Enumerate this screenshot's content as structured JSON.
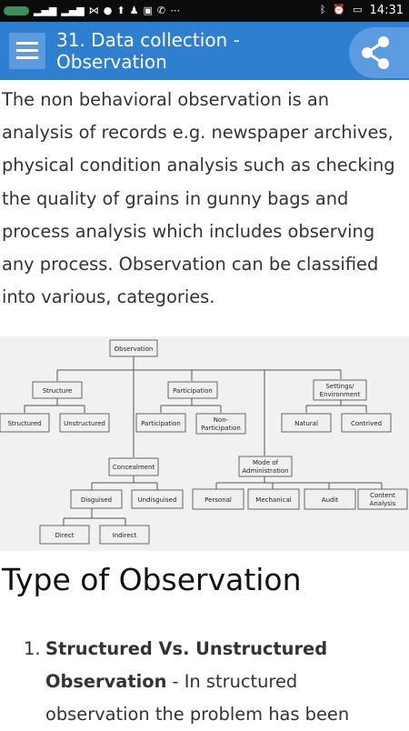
{
  "status_bar": {
    "time": "14:31",
    "left_icons": [
      "carrier-icon",
      "signal-icon",
      "signal-icon",
      "share-icon",
      "info-icon",
      "upload-icon",
      "user-icon",
      "facebook-icon",
      "missed-call-icon",
      "more-icon"
    ],
    "right_icons": [
      "bluetooth-icon",
      "alarm-icon",
      "battery-icon"
    ]
  },
  "app_bar": {
    "title_line1": "31. Data collection -",
    "title_line2": "Observation",
    "color": "#2e7fd0"
  },
  "content": {
    "paragraph_lines": [
      "The non behavioral observation is an",
      "analysis of records e.g. newspaper archives,",
      "physical condition analysis such as checking",
      "the quality of grains in gunny bags and",
      "process analysis which includes observing",
      "any process. Observation can be classified",
      "into various, categories."
    ],
    "diagram": {
      "root": "Observation",
      "structure": "Structure",
      "structured": "Structured",
      "unstructured": "Unstructured",
      "participation": "Participation",
      "participation_child": "Participation",
      "non_participation_1": "Non-",
      "non_participation_2": "Participation",
      "settings_1": "Settings/",
      "settings_2": "Environment",
      "natural": "Natural",
      "contrived": "Contrived",
      "concealment": "Concealment",
      "disguised": "Disguised",
      "undisguised": "Undisguised",
      "direct": "Direct",
      "indirect": "Indirect",
      "mode_1": "Mode of",
      "mode_2": "Administration",
      "personal": "Personal",
      "mechanical": "Mechanical",
      "audit": "Audit",
      "content_1": "Content",
      "content_2": "Analysis"
    },
    "heading": "Type of Observation",
    "list": {
      "item1_number": "1.",
      "item1_bold_line1": "Structured Vs. Unstructured",
      "item1_bold_line2": "Observation",
      "item1_text_line2": " - In structured",
      "item1_text_line3": "observation the problem has been"
    }
  }
}
